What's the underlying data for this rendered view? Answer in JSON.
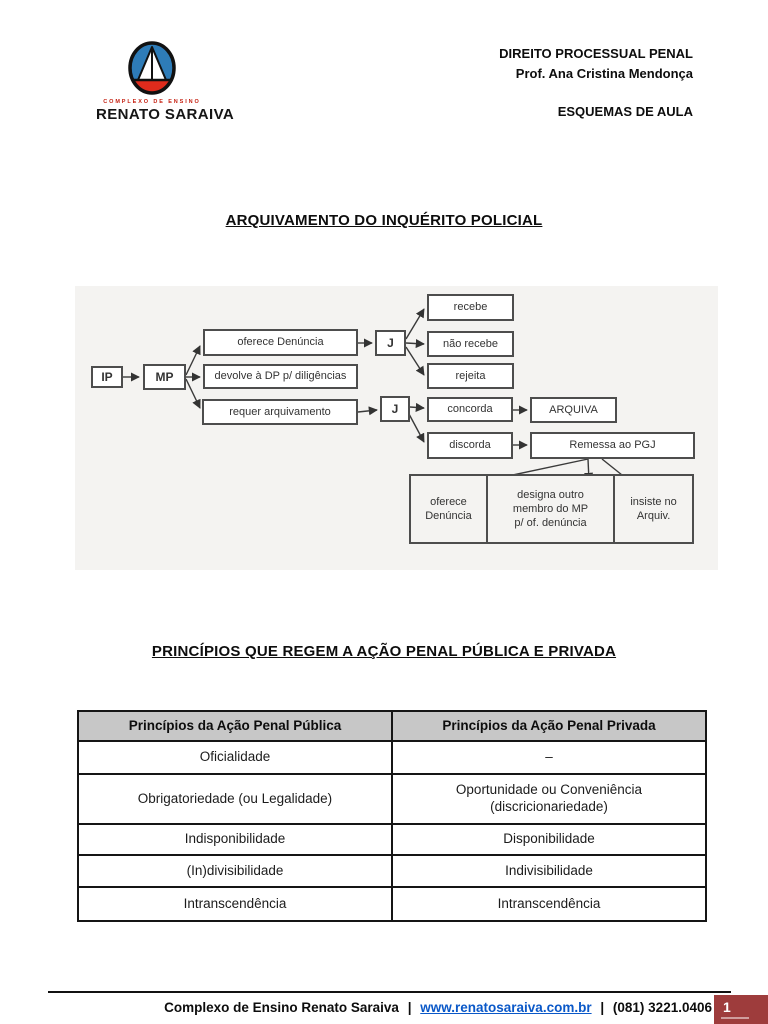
{
  "header": {
    "logo": {
      "sub": "COMPLEXO DE ENSINO",
      "name": "RENATO SARAIVA"
    },
    "course": "DIREITO PROCESSUAL PENAL",
    "professor": "Prof. Ana Cristina Mendonça",
    "subtitle": "ESQUEMAS DE AULA"
  },
  "section1": {
    "title": "ARQUIVAMENTO DO INQUÉRITO POLICIAL"
  },
  "flowchart": {
    "nodes": {
      "ip": "IP",
      "mp": "MP",
      "oferece": "oferece Denúncia",
      "devolve": "devolve à DP p/ diligências",
      "requer": "requer arquivamento",
      "j1": "J",
      "j2": "J",
      "recebe": "recebe",
      "nao_recebe": "não recebe",
      "rejeita": "rejeita",
      "concorda": "concorda",
      "arquiva": "ARQUIVA",
      "discorda": "discorda",
      "remessa": "Remessa ao PGJ"
    },
    "outcomes": [
      {
        "lines": [
          "oferece",
          "Denúncia"
        ]
      },
      {
        "lines": [
          "designa outro",
          "membro do MP",
          "p/ of. denúncia"
        ]
      },
      {
        "lines": [
          "insiste no",
          "Arquiv."
        ]
      }
    ]
  },
  "section2": {
    "title": "PRINCÍPIOS QUE REGEM A AÇÃO PENAL PÚBLICA E PRIVADA"
  },
  "table": {
    "headers": [
      "Princípios da Ação Penal Pública",
      "Princípios da Ação Penal Privada"
    ],
    "rows": [
      [
        "Oficialidade",
        "–"
      ],
      [
        "Obrigatoriedade (ou Legalidade)",
        "Oportunidade ou Conveniência (discricionariedade)"
      ],
      [
        "Indisponibilidade",
        "Disponibilidade"
      ],
      [
        "(In)divisibilidade",
        "Indivisibilidade"
      ],
      [
        "Intranscendência",
        "Intranscendência"
      ]
    ]
  },
  "footer": {
    "org": "Complexo de Ensino Renato Saraiva",
    "sep1": "|",
    "url": "www.renatosaraiva.com.br",
    "sep2": "|",
    "phone": "(081) 3221.0406",
    "page": "1"
  },
  "colors": {
    "badge_red": "#9e3c3c",
    "table_header_gray": "#c7c7c7",
    "logo_blue": "#2e7cb8",
    "logo_red": "#df2b1c",
    "logo_sub_red": "#c52011",
    "url_blue": "#0a58c8",
    "flowchart_bg": "#f4f3f1"
  }
}
